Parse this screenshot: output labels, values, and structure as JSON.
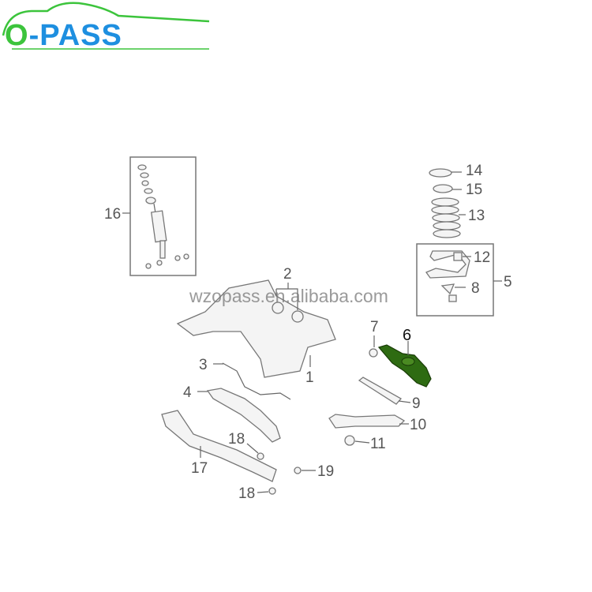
{
  "brand": {
    "logo_prefix": "O",
    "logo_suffix": "-PASS",
    "colors": {
      "green": "#3cc43c",
      "blue": "#1e8fe0"
    }
  },
  "watermark": "wzopass.en.alibaba.com",
  "highlight_color": "#2e6b12",
  "highlighted_part": "6",
  "callouts": [
    "1",
    "2",
    "3",
    "4",
    "5",
    "6",
    "7",
    "8",
    "9",
    "10",
    "11",
    "12",
    "13",
    "14",
    "15",
    "16",
    "17",
    "18",
    "18",
    "19"
  ]
}
